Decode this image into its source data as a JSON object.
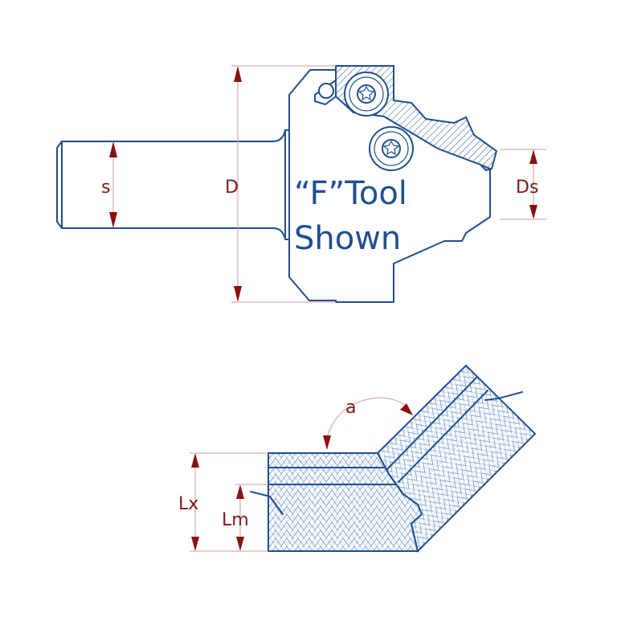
{
  "overlay": {
    "line1": "“F”Tool",
    "line2": "Shown"
  },
  "dimensions": {
    "shank": "s",
    "diameter": "D",
    "insert_diameter": "Ds",
    "angle": "a",
    "lx": "Lx",
    "lm": "Lm"
  },
  "colors": {
    "outline": "#1f4f8f",
    "dimension_line": "#d49a9a",
    "dimension_text": "#7a1a1a"
  }
}
